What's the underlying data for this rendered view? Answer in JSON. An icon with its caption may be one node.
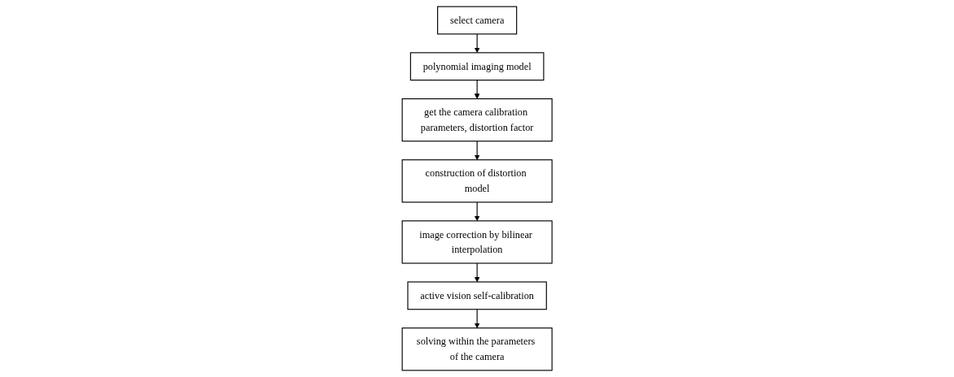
{
  "diagram": {
    "nodes": [
      {
        "text": [
          "select camera"
        ]
      },
      {
        "text": [
          "polynomial imaging model"
        ]
      },
      {
        "text": [
          "get the camera calibration parameters, distortion factor"
        ]
      },
      {
        "text": [
          "construction of distortion model"
        ]
      },
      {
        "text": [
          "image correction by bilinear interpolation"
        ]
      },
      {
        "text": [
          "active vision self-calibration"
        ]
      },
      {
        "text": [
          "solving within the parameters of the camera"
        ]
      }
    ],
    "edges": [
      {
        "from": 0,
        "to": 1,
        "arrow": "to"
      },
      {
        "from": 1,
        "to": 2,
        "arrow": "to"
      },
      {
        "from": 2,
        "to": 3,
        "arrow": "to"
      },
      {
        "from": 3,
        "to": 4,
        "arrow": "to"
      },
      {
        "from": 4,
        "to": 5,
        "arrow": "to"
      },
      {
        "from": 5,
        "to": 6,
        "arrow": "to"
      }
    ]
  }
}
